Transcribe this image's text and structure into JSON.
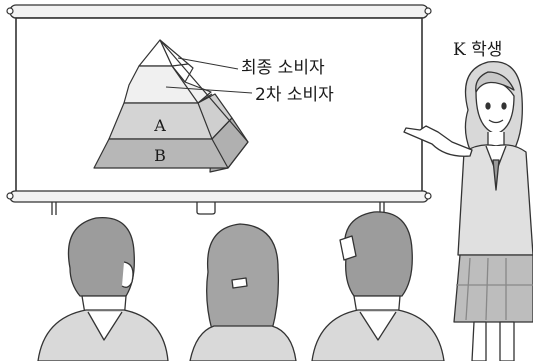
{
  "pyramid": {
    "level_labels": [
      "A",
      "B"
    ],
    "callouts": [
      "최종 소비자",
      "2차 소비자"
    ]
  },
  "speaker": {
    "label": "K 학생"
  }
}
